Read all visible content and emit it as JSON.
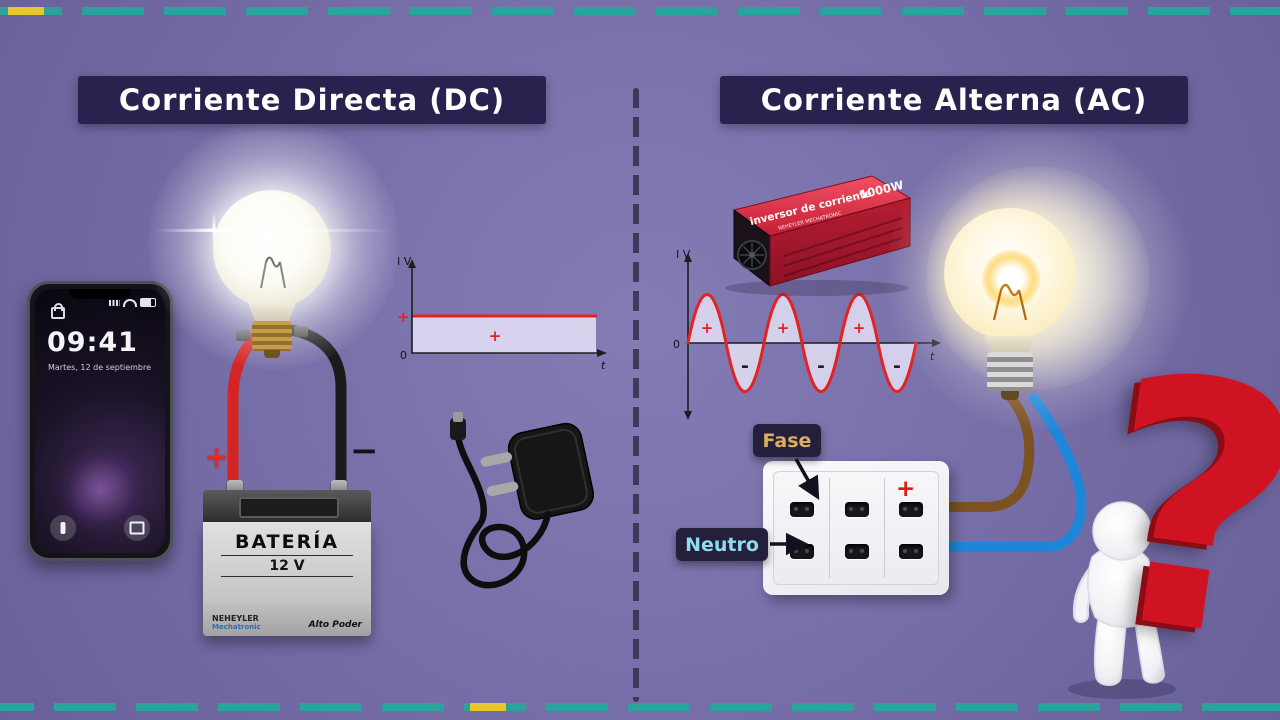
{
  "colors": {
    "background": "#756ca6",
    "title_box": "#28234e",
    "dash_teal": "#28a49c",
    "dash_yellow": "#e7c62e",
    "wire_positive_red": "#d42525",
    "wire_negative_black": "#1b1b1b",
    "wire_fase_brown": "#7c5222",
    "wire_neutro_blue": "#1e86d8",
    "graph_line_red": "#e32222",
    "graph_fill_lavender": "#dedaf2",
    "question_red": "#cf1322"
  },
  "titles": {
    "dc": "Corriente Directa (DC)",
    "ac": "Corriente Alterna (AC)"
  },
  "phone": {
    "time": "09:41",
    "date": "Martes, 12 de septiembre"
  },
  "battery": {
    "name": "BATERÍA",
    "voltage": "12 V",
    "brand": "NEHEYLER",
    "brand_sub": "Mechatronic",
    "side_label": "Alto Poder"
  },
  "signs": {
    "plus": "+",
    "minus": "−"
  },
  "dc_graph": {
    "y_label": "I V",
    "zero": "0",
    "t_label": "t",
    "plus": "+"
  },
  "ac_graph": {
    "y_label": "I V",
    "zero": "0",
    "t_label": "t",
    "plus": "+",
    "minus": "-"
  },
  "inverter": {
    "title": "inversor de corriente",
    "power": "1000W",
    "subtitle": "NEHEYLER MECHATRONIC"
  },
  "outlet": {
    "plus": "+"
  },
  "labels": {
    "fase": "Fase",
    "neutro": "Neutro"
  },
  "question": {
    "mark": "?"
  },
  "chart_data": [
    {
      "type": "line",
      "title": "Corriente Directa (DC)",
      "xlabel": "t",
      "ylabel": "I V",
      "x": [
        0,
        10
      ],
      "values": [
        1,
        1
      ],
      "ylim": [
        0,
        1.3
      ],
      "area_fill": true,
      "line_color": "#e32222",
      "fill_color": "#dedaf2",
      "annotations": [
        "+"
      ],
      "description": "Constant positive current/voltage over time"
    },
    {
      "type": "line",
      "title": "Corriente Alterna (AC)",
      "xlabel": "t",
      "ylabel": "I V",
      "x": [
        0,
        0.25,
        0.5,
        0.75,
        1,
        1.25,
        1.5,
        1.75,
        2,
        2.25,
        2.5,
        2.75,
        3
      ],
      "values": [
        0,
        1,
        0,
        -1,
        0,
        1,
        0,
        -1,
        0,
        1,
        0,
        -1,
        0
      ],
      "cycles": 3,
      "ylim": [
        -1.2,
        1.2
      ],
      "area_fill": true,
      "line_color": "#e32222",
      "fill_color": "#dedaf2",
      "annotations": [
        "+",
        "-",
        "+",
        "-",
        "+",
        "-"
      ],
      "description": "Sinusoidal current alternating between positive and negative half-cycles"
    }
  ]
}
